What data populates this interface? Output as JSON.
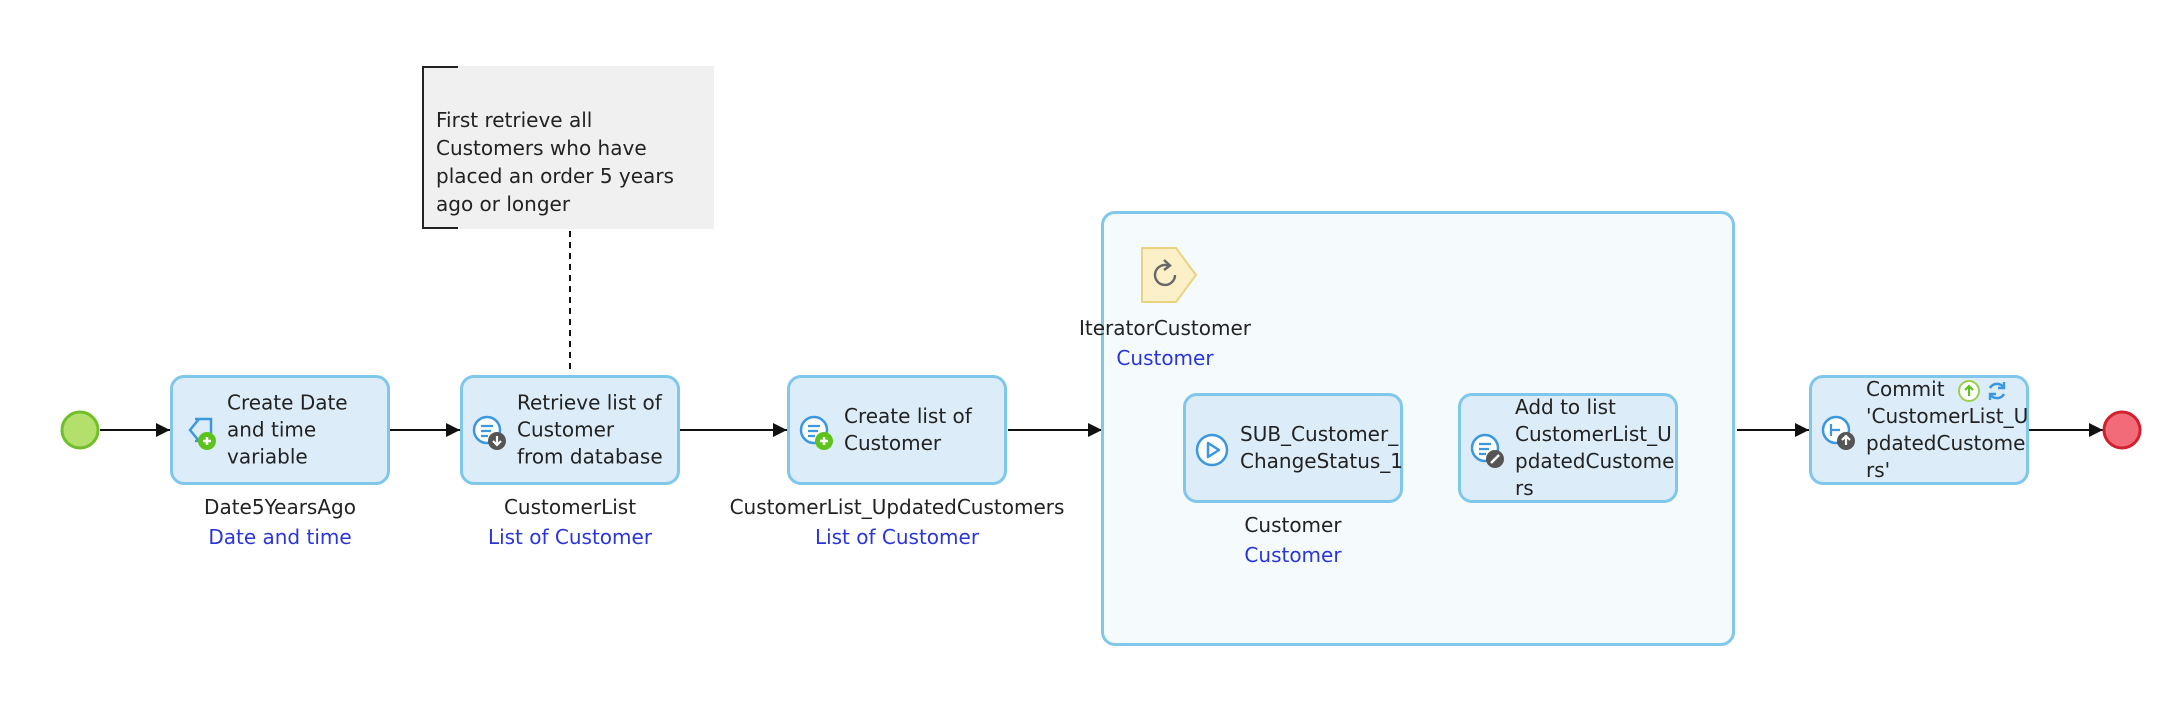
{
  "annotation": "First retrieve all Customers who have placed an order 5 years ago or longer",
  "activities": [
    {
      "label": "Create Date and time variable",
      "var_name": "Date5YearsAgo",
      "var_type": "Date and time",
      "icon": "create-variable-icon"
    },
    {
      "label": "Retrieve list of Customer from database",
      "var_name": "CustomerList",
      "var_type": "List of Customer",
      "icon": "retrieve-icon"
    },
    {
      "label": "Create list of Customer",
      "var_name": "CustomerList_UpdatedCustomers",
      "var_type": "List of Customer",
      "icon": "create-list-icon"
    }
  ],
  "loop": {
    "iterator_name": "IteratorCustomer",
    "iterator_type": "Customer",
    "sub_activities": [
      {
        "label": "SUB_Customer_ ChangeStatus_1",
        "var_name": "Customer",
        "var_type": "Customer",
        "icon": "call-microflow-icon"
      },
      {
        "label": "Add to list CustomerList_U pdatedCustome rs",
        "icon": "change-list-icon"
      }
    ]
  },
  "commit": {
    "label": "Commit 'CustomerList_U pdatedCustome rs'",
    "icon": "commit-icon"
  },
  "colors": {
    "start": "#b3df6c",
    "end": "#f26b78",
    "activity_fill": "#dcedf9",
    "activity_border": "#80c7ec",
    "type_text": "#2a35dc"
  }
}
